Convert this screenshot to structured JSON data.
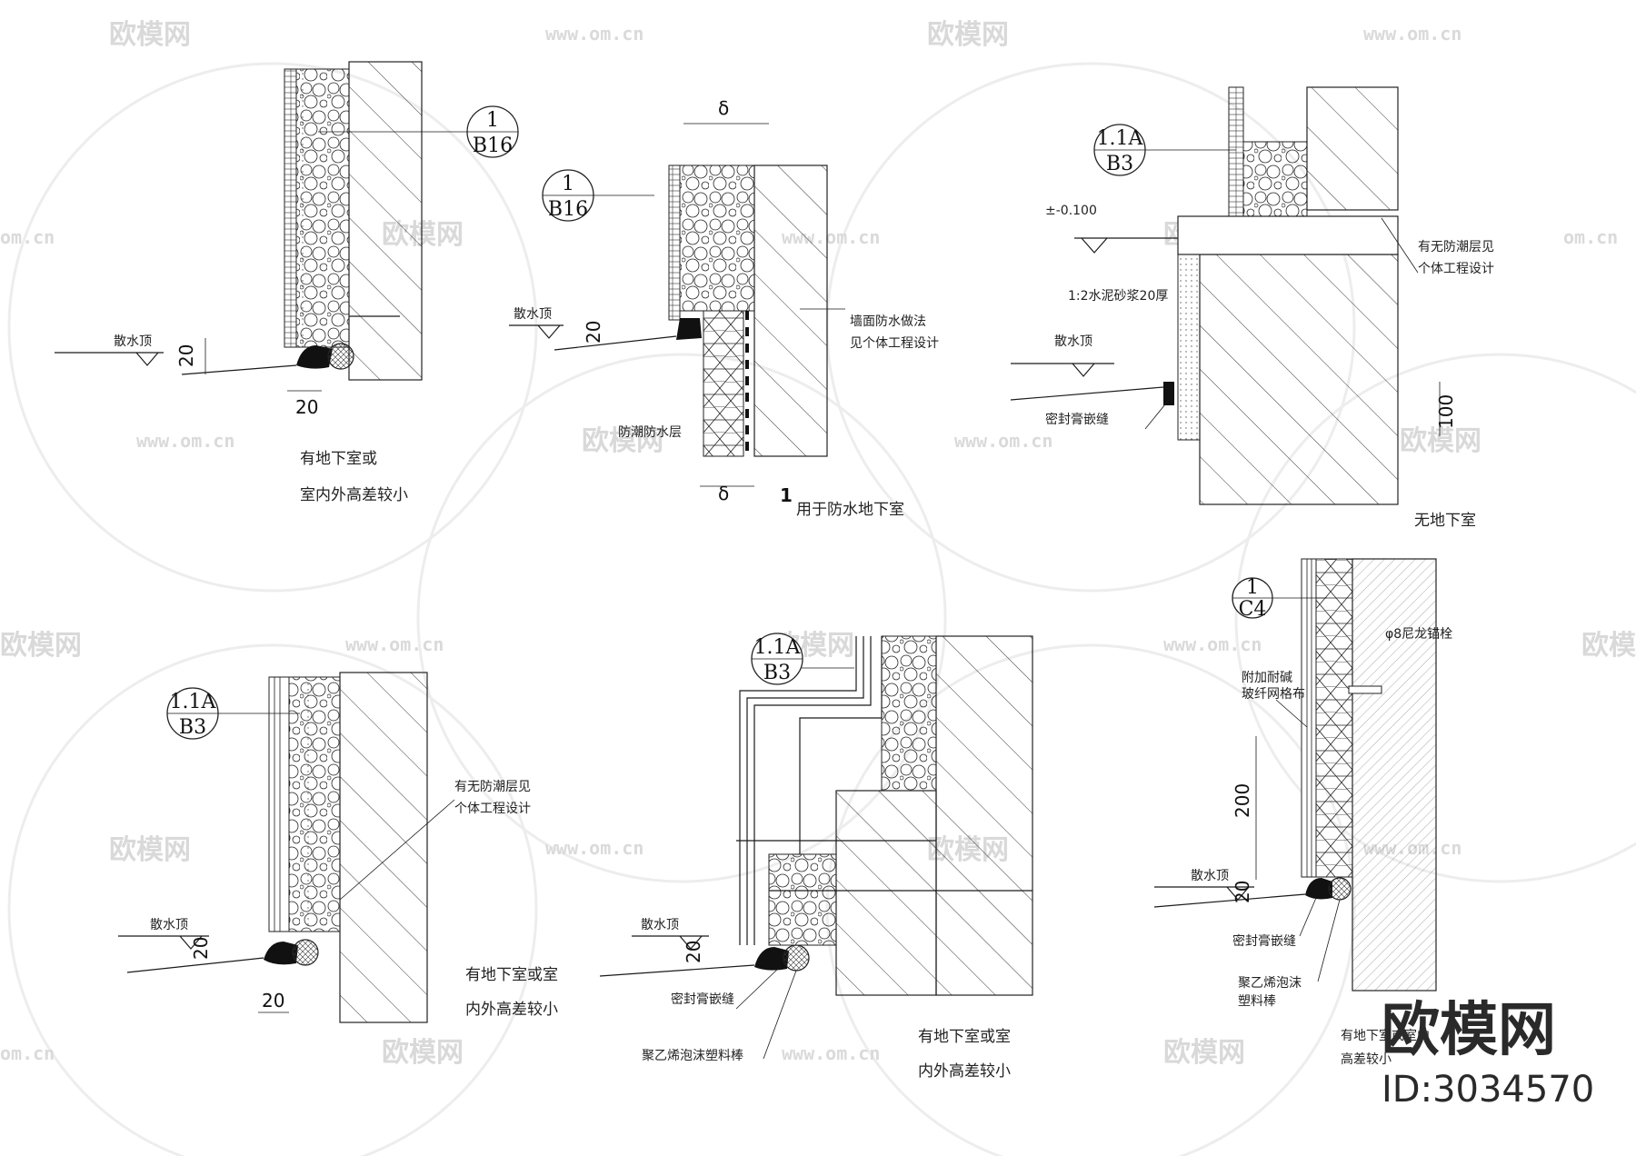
{
  "watermark": {
    "logo_text": "欧模网",
    "url_text": "www.om.cn",
    "url_short": "om.cn"
  },
  "brand": {
    "name": "欧模网",
    "id_text": "ID:3034570"
  },
  "details": {
    "d1": {
      "ref_top": "1",
      "ref_bottom": "B16",
      "label_apron": "散水顶",
      "dim_slope": "20",
      "dim_gap": "20",
      "caption_line1": "有地下室或",
      "caption_line2": "室内外高差较小"
    },
    "d2": {
      "ref_top": "1",
      "ref_bottom": "B16",
      "dim_delta_top": "δ",
      "label_apron": "散水顶",
      "dim_slope": "20",
      "label_waterproof_line1": "墙面防水做法",
      "label_waterproof_line2": "见个体工程设计",
      "label_settlement": "防潮防水层",
      "dim_delta_bottom": "δ",
      "dim_one": "1",
      "caption": "用于防水地下室"
    },
    "d3": {
      "ref_top": "1.1A",
      "ref_bottom": "B3",
      "level": "±-0.100",
      "label_mortar": "1:2水泥砂浆20厚",
      "label_apron": "散水顶",
      "label_sealant": "密封膏嵌缝",
      "dim_100": "100",
      "label_moisture_line1": "有无防潮层见",
      "label_moisture_line2": "个体工程设计",
      "caption": "无地下室"
    },
    "d4": {
      "ref_top": "1.1A",
      "ref_bottom": "B3",
      "label_moisture_line1": "有无防潮层见",
      "label_moisture_line2": "个体工程设计",
      "label_apron": "散水顶",
      "dim_slope": "20",
      "dim_gap": "20",
      "caption_line1": "有地下室或室",
      "caption_line2": "内外高差较小"
    },
    "d5": {
      "ref_top": "1.1A",
      "ref_bottom": "B3",
      "label_apron": "散水顶",
      "dim_slope": "20",
      "label_sealant": "密封膏嵌缝",
      "label_foam_rod": "聚乙烯泡沫塑料棒",
      "caption_line1": "有地下室或室",
      "caption_line2": "内外高差较小"
    },
    "d6": {
      "ref_top": "1",
      "ref_bottom": "C4",
      "label_anchor": "φ8尼龙锚栓",
      "label_mesh_line1": "附加耐碱",
      "label_mesh_line2": "玻纤网格布",
      "dim_200": "200",
      "label_apron": "散水顶",
      "dim_slope": "20",
      "label_sealant": "密封膏嵌缝",
      "label_foam_line1": "聚乙烯泡沫",
      "label_foam_line2": "塑料棒",
      "caption_line1": "有地下室或室内",
      "caption_line2": "高差较小"
    }
  }
}
